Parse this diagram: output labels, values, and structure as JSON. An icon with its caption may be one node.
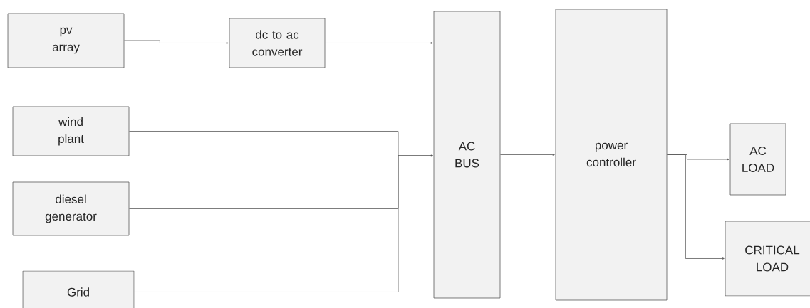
{
  "diagram": {
    "nodes": [
      {
        "text": [
          "pv array"
        ]
      },
      {
        "text": [
          "dc to ac converter"
        ]
      },
      {
        "text": [
          "wind plant"
        ]
      },
      {
        "text": [
          "diesel generator"
        ]
      },
      {
        "text": [
          "Grid"
        ]
      },
      {
        "text": [
          "AC BUS"
        ]
      },
      {
        "text": [
          "power controller"
        ]
      },
      {
        "text": [
          "AC LOAD"
        ]
      },
      {
        "text": [
          "CRITICAL LOAD"
        ]
      }
    ],
    "edges": [
      {
        "from": 0,
        "to": 1,
        "arrow": "to"
      },
      {
        "from": 1,
        "to": 5,
        "arrow": "to"
      },
      {
        "from": 2,
        "to": 5,
        "arrow": "to"
      },
      {
        "from": 3,
        "to": 5,
        "arrow": "to"
      },
      {
        "from": 4,
        "to": 5,
        "arrow": "to"
      },
      {
        "from": 5,
        "to": 6,
        "arrow": "to"
      },
      {
        "from": 6,
        "to": 7,
        "arrow": "to"
      },
      {
        "from": 6,
        "to": 8,
        "arrow": "to"
      }
    ]
  }
}
